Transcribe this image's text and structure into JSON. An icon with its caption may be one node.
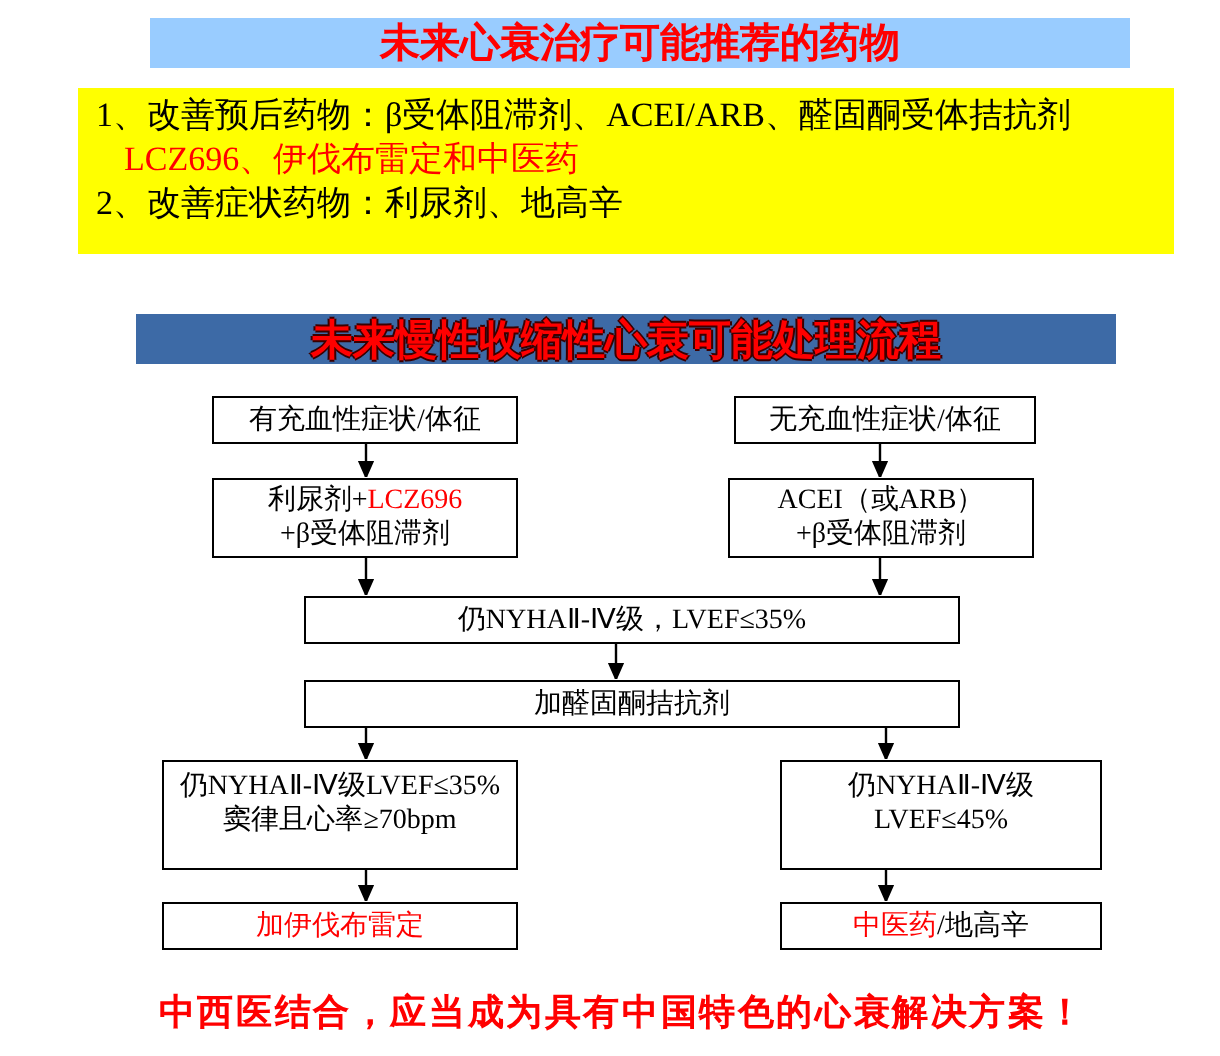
{
  "diagram": {
    "caption": "中西医结合，应当成为具有中国特色的心衰解决方案！",
    "nodes": [
      {
        "text": [
          "未来心衰治疗可能推荐的药物"
        ]
      },
      {
        "text": [
          "1、改善预后药物：β受体阻滞剂、ACEI/ARB、醛固酮受体拮抗剂",
          "LCZ696、伊伐布雷定和中医药",
          "2、改善症状药物：利尿剂、地高辛"
        ]
      },
      {
        "text": [
          "未来慢性收缩性心衰可能处理流程"
        ]
      },
      {
        "text": [
          "有充血性症状/体征"
        ]
      },
      {
        "text": [
          "无充血性症状/体征"
        ]
      },
      {
        "text": [
          "利尿剂+",
          "LCZ696",
          "+β受体阻滞剂"
        ]
      },
      {
        "text": [
          "ACEI（或ARB） +β受体阻滞剂"
        ]
      },
      {
        "text": [
          "仍NYHAⅡ-Ⅳ级，LVEF≤35%"
        ]
      },
      {
        "text": [
          "加醛固酮拮抗剂"
        ]
      },
      {
        "text": [
          "仍NYHAⅡ-Ⅳ级LVEF≤35% 窦律且心率≥70bpm"
        ]
      },
      {
        "text": [
          "仍NYHAⅡ-Ⅳ级 LVEF≤45%"
        ]
      },
      {
        "text": [
          "加伊伐布雷定"
        ]
      },
      {
        "text": [
          "中医药",
          "/地高辛"
        ]
      }
    ],
    "edges": [
      {
        "from": 3,
        "to": 5,
        "arrow": "to"
      },
      {
        "from": 4,
        "to": 6,
        "arrow": "to"
      },
      {
        "from": 5,
        "to": 7,
        "arrow": "to"
      },
      {
        "from": 6,
        "to": 7,
        "arrow": "to"
      },
      {
        "from": 7,
        "to": 8,
        "arrow": "to"
      },
      {
        "from": 8,
        "to": 9,
        "arrow": "to"
      },
      {
        "from": 8,
        "to": 10,
        "arrow": "to"
      },
      {
        "from": 9,
        "to": 11,
        "arrow": "to"
      },
      {
        "from": 10,
        "to": 12,
        "arrow": "to"
      }
    ]
  }
}
